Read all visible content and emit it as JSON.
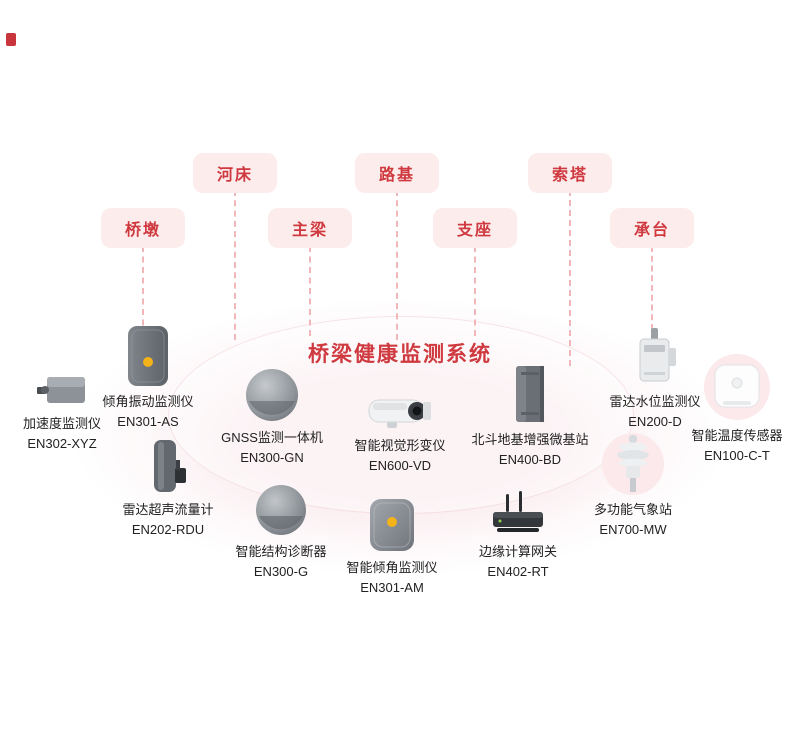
{
  "title": "桥梁健康监测系统",
  "pills": [
    {
      "label": "河床"
    },
    {
      "label": "路基"
    },
    {
      "label": "索塔"
    },
    {
      "label": "桥墩"
    },
    {
      "label": "主梁"
    },
    {
      "label": "支座"
    },
    {
      "label": "承台"
    }
  ],
  "devices": [
    {
      "name": "加速度监测仪",
      "model": "EN302-XYZ"
    },
    {
      "name": "倾角振动监测仪",
      "model": "EN301-AS"
    },
    {
      "name": "雷达超声流量计",
      "model": "EN202-RDU"
    },
    {
      "name": "GNSS监测一体机",
      "model": "EN300-GN"
    },
    {
      "name": "智能结构诊断器",
      "model": "EN300-G"
    },
    {
      "name": "智能视觉形变仪",
      "model": "EN600-VD"
    },
    {
      "name": "智能倾角监测仪",
      "model": "EN301-AM"
    },
    {
      "name": "北斗地基增强微基站",
      "model": "EN400-BD"
    },
    {
      "name": "边缘计算网关",
      "model": "EN402-RT"
    },
    {
      "name": "雷达水位监测仪",
      "model": "EN200-D"
    },
    {
      "name": "多功能气象站",
      "model": "EN700-MW"
    },
    {
      "name": "智能温度传感器",
      "model": "EN100-C-T"
    }
  ],
  "colors": {
    "accent": "#cf3a40",
    "pill_background": "#fdecec",
    "connector_line": "#f0b6ba",
    "ellipse_fill": "#f8e6e9",
    "label_text": "#222222",
    "indicator_yellow": "#f5b31a"
  }
}
